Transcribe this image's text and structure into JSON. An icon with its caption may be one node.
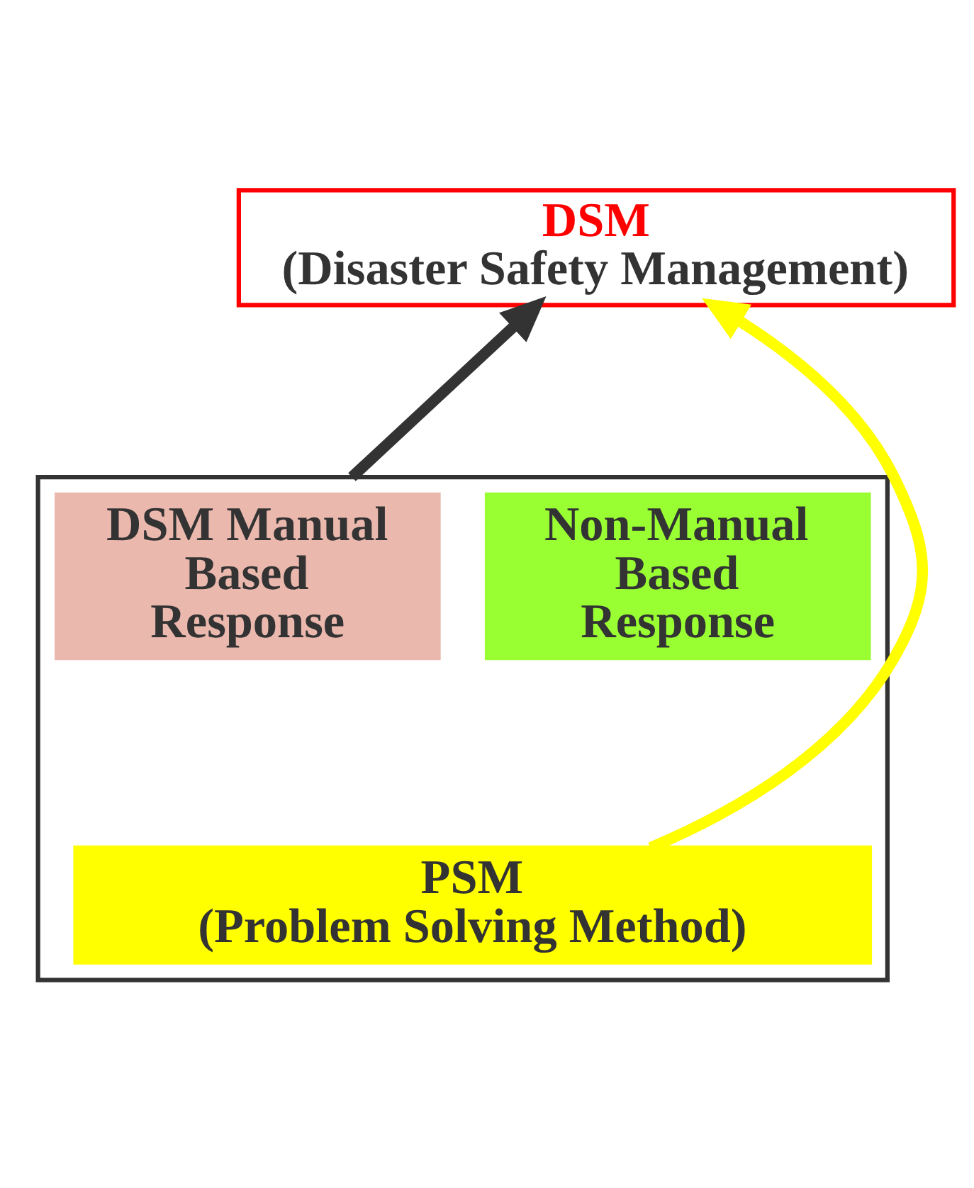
{
  "diagram": {
    "nodes": [
      {
        "text": [
          "DSM",
          "(Disaster Safety Management)"
        ]
      },
      {
        "text": [],
        "shape": "box"
      },
      {
        "text": [
          "DSM Manual Based Response"
        ],
        "in": 1
      },
      {
        "text": [
          "Non-Manual Based Response"
        ],
        "in": 1
      },
      {
        "text": [
          "PSM",
          "(Problem Solving Method)"
        ],
        "in": 1
      }
    ],
    "edges": [
      {
        "from": 1,
        "to": 0,
        "arrow": "to"
      },
      {
        "from": 4,
        "to": 0,
        "arrow": "to",
        "color": "#ffff00"
      }
    ]
  }
}
